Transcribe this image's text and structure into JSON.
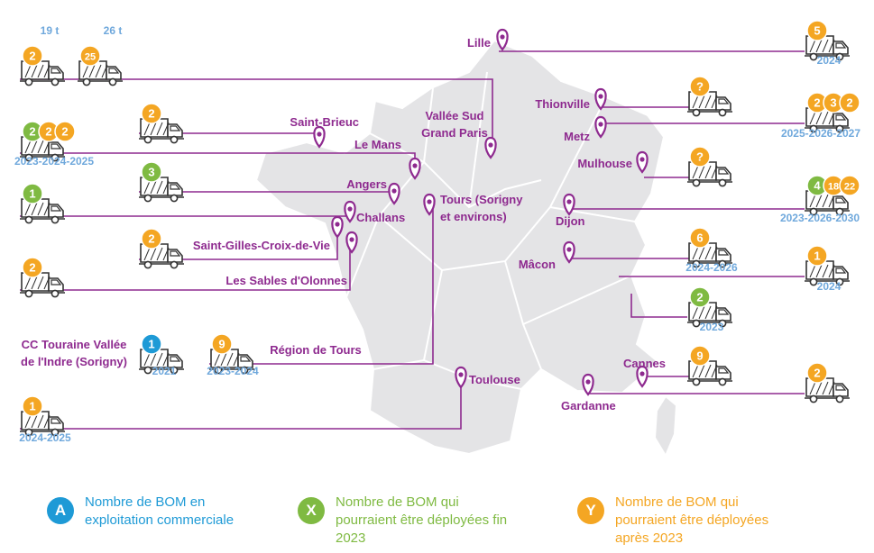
{
  "colors": {
    "orange": "#f4a623",
    "green": "#7fba42",
    "blue": "#1e9ad6",
    "purple": "#8e2a8f",
    "year": "#6fa8dc",
    "map": "#e4e4e6",
    "truck": "#333333"
  },
  "icons": {
    "marker": "map-pin-icon",
    "truck": "garbage-truck-icon"
  },
  "legend": [
    {
      "letter": "A",
      "color": "blue",
      "text": "Nombre de BOM en exploitation commerciale"
    },
    {
      "letter": "X",
      "color": "green",
      "text": "Nombre de BOM qui pourraient être déployées fin 2023"
    },
    {
      "letter": "Y",
      "color": "orange",
      "text": "Nombre de BOM qui pourraient être déployées après 2023"
    }
  ],
  "locations": [
    {
      "id": "lille",
      "name": "Lille"
    },
    {
      "id": "vallee-sud",
      "name": "Vallée Sud Grand Paris"
    },
    {
      "id": "thionville",
      "name": "Thionville"
    },
    {
      "id": "metz",
      "name": "Metz"
    },
    {
      "id": "mulhouse",
      "name": "Mulhouse"
    },
    {
      "id": "dijon",
      "name": "Dijon"
    },
    {
      "id": "macon",
      "name": "Mâcon"
    },
    {
      "id": "cannes",
      "name": "Cannes"
    },
    {
      "id": "gardanne",
      "name": "Gardanne"
    },
    {
      "id": "toulouse",
      "name": "Toulouse"
    },
    {
      "id": "saint-brieuc",
      "name": "Saint-Brieuc"
    },
    {
      "id": "le-mans",
      "name": "Le Mans"
    },
    {
      "id": "angers",
      "name": "Angers"
    },
    {
      "id": "challans",
      "name": "Challans"
    },
    {
      "id": "saint-gilles",
      "name": "Saint-Gilles-Croix-de-Vie"
    },
    {
      "id": "sables",
      "name": "Les Sables d'Olonnes"
    },
    {
      "id": "tours-sorigny",
      "name": "Tours (Sorigny et environs)"
    },
    {
      "id": "cc-touraine",
      "name": "CC Touraine Vallée de l'Indre (Sorigny)"
    },
    {
      "id": "region-tours",
      "name": "Région de Tours"
    }
  ],
  "trucks": [
    {
      "id": "t-19t",
      "badges": [
        {
          "value": "2",
          "color": "orange"
        }
      ],
      "tonnage": "19 t"
    },
    {
      "id": "t-26t",
      "badges": [
        {
          "value": "25",
          "color": "orange"
        }
      ],
      "tonnage": "26 t"
    },
    {
      "id": "t-saint-brieuc",
      "badges": [
        {
          "value": "2",
          "color": "orange"
        }
      ]
    },
    {
      "id": "t-idf",
      "badges": [
        {
          "value": "2",
          "color": "green"
        },
        {
          "value": "2",
          "color": "orange"
        },
        {
          "value": "2",
          "color": "orange"
        }
      ],
      "year": "2023-2024-2025"
    },
    {
      "id": "t-le-mans",
      "badges": [
        {
          "value": "3",
          "color": "green"
        }
      ]
    },
    {
      "id": "t-angers",
      "badges": [
        {
          "value": "1",
          "color": "green"
        }
      ]
    },
    {
      "id": "t-saint-gilles",
      "badges": [
        {
          "value": "2",
          "color": "orange"
        }
      ]
    },
    {
      "id": "t-sables",
      "badges": [
        {
          "value": "2",
          "color": "orange"
        }
      ]
    },
    {
      "id": "t-cc-touraine",
      "badges": [
        {
          "value": "1",
          "color": "blue"
        }
      ],
      "year": "2021"
    },
    {
      "id": "t-region-tours",
      "badges": [
        {
          "value": "9",
          "color": "orange"
        }
      ],
      "year": "2023-2024"
    },
    {
      "id": "t-toulouse",
      "badges": [
        {
          "value": "1",
          "color": "orange"
        }
      ],
      "year": "2024-2025"
    },
    {
      "id": "t-lille",
      "badges": [
        {
          "value": "5",
          "color": "orange"
        }
      ],
      "year": "2024"
    },
    {
      "id": "t-thionville",
      "badges": [
        {
          "value": "?",
          "color": "orange"
        }
      ]
    },
    {
      "id": "t-metz",
      "badges": [
        {
          "value": "2",
          "color": "orange"
        },
        {
          "value": "3",
          "color": "orange"
        },
        {
          "value": "2",
          "color": "orange"
        }
      ],
      "year": "2025-2026-2027"
    },
    {
      "id": "t-mulhouse",
      "badges": [
        {
          "value": "?",
          "color": "orange"
        }
      ]
    },
    {
      "id": "t-dijon",
      "badges": [
        {
          "value": "4",
          "color": "green"
        },
        {
          "value": "18",
          "color": "orange"
        },
        {
          "value": "22",
          "color": "orange"
        }
      ],
      "year": "2023-2026-2030"
    },
    {
      "id": "t-macon",
      "badges": [
        {
          "value": "6",
          "color": "orange"
        }
      ],
      "year": "2024-2026"
    },
    {
      "id": "t-alpes1",
      "badges": [
        {
          "value": "1",
          "color": "orange"
        }
      ],
      "year": "2024"
    },
    {
      "id": "t-alpes2",
      "badges": [
        {
          "value": "2",
          "color": "green"
        }
      ],
      "year": "2023"
    },
    {
      "id": "t-cannes",
      "badges": [
        {
          "value": "9",
          "color": "orange"
        }
      ]
    },
    {
      "id": "t-gardanne",
      "badges": [
        {
          "value": "2",
          "color": "orange"
        }
      ]
    }
  ]
}
